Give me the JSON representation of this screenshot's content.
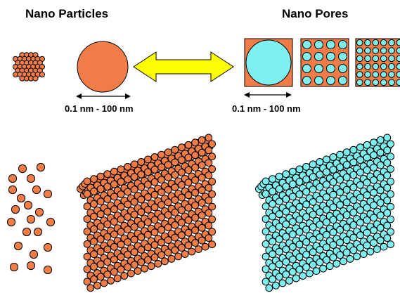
{
  "titles": {
    "particles": "Nano Particles",
    "pores": "Nano Pores"
  },
  "scale_labels": {
    "particles": "0.1 nm - 100 nm",
    "pores": "0.1 nm - 100 nm"
  },
  "colors": {
    "particle": "#f07d48",
    "pore": "#7ff0f0",
    "arrow_fill": "#ffff00",
    "outline": "#000000",
    "background": "#ffffff"
  }
}
